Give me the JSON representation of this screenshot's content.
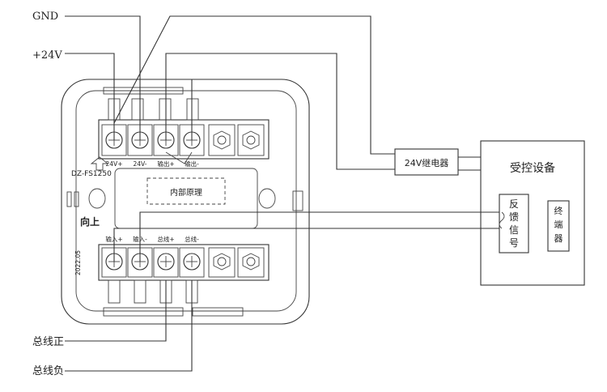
{
  "labels": {
    "gnd": "GND",
    "v24": "+24V",
    "bus_pos": "总线正",
    "bus_neg": "总线负",
    "model": "DZ-FS1250",
    "up": "向上",
    "internal": "内部原理",
    "date": "2022.05",
    "relay": "24V继电器",
    "controlled": "受控设备",
    "feedback": [
      "反",
      "馈",
      "信",
      "号"
    ],
    "terminal": [
      "终",
      "端",
      "器"
    ]
  },
  "top_terminals": [
    "24V+",
    "24V-",
    "输出+",
    "输出-"
  ],
  "bottom_terminals": [
    "输入+",
    "输入-",
    "总线+",
    "总线-"
  ]
}
